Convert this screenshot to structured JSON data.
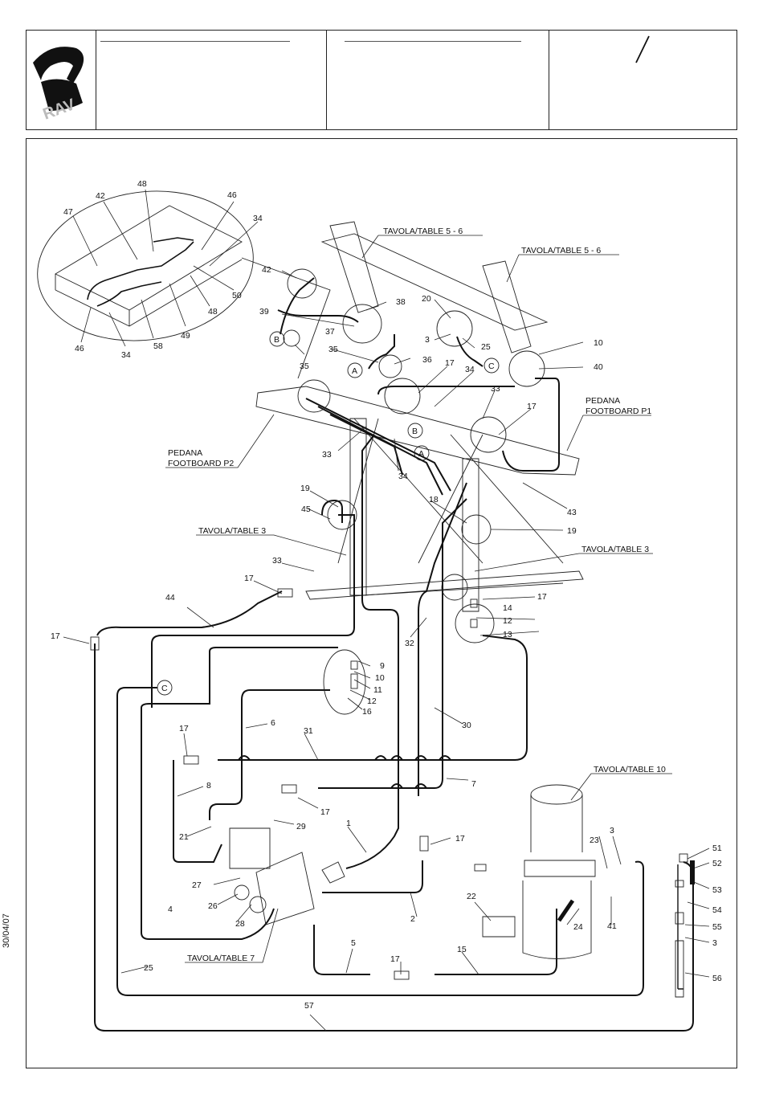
{
  "header": {
    "logo_text": "RAV",
    "slash": "/"
  },
  "date_stamp": "30/04/07",
  "tables": {
    "t56_left": "TAVOLA/TABLE 5 - 6",
    "t56_right": "TAVOLA/TABLE 5 - 6",
    "footboard_p1_line1": "PEDANA",
    "footboard_p1_line2": "FOOTBOARD P1",
    "footboard_p2_line1": "PEDANA",
    "footboard_p2_line2": "FOOTBOARD P2",
    "t3_left": "TAVOLA/TABLE 3",
    "t3_right": "TAVOLA/TABLE 3",
    "t10": "TAVOLA/TABLE 10",
    "t7": "TAVOLA/TABLE 7"
  },
  "connectors": {
    "a": "A",
    "b": "B",
    "c": "C"
  },
  "callouts": {
    "n1": "1",
    "n2": "2",
    "n3a": "3",
    "n3b": "3",
    "n3c": "3",
    "n4": "4",
    "n5": "5",
    "n6": "6",
    "n7": "7",
    "n8": "8",
    "n9": "9",
    "n10a": "10",
    "n10b": "10",
    "n11": "11",
    "n12a": "12",
    "n12b": "12",
    "n13": "13",
    "n14": "14",
    "n15": "15",
    "n16": "16",
    "n17a": "17",
    "n17b": "17",
    "n17c": "17",
    "n17d": "17",
    "n17e": "17",
    "n17f": "17",
    "n17g": "17",
    "n17h": "17",
    "n17i": "17",
    "n18": "18",
    "n19a": "19",
    "n19b": "19",
    "n20": "20",
    "n21": "21",
    "n22": "22",
    "n23": "23",
    "n24": "24",
    "n25a": "25",
    "n25b": "25",
    "n26": "26",
    "n27": "27",
    "n28": "28",
    "n29": "29",
    "n30": "30",
    "n31": "31",
    "n32": "32",
    "n33a": "33",
    "n33b": "33",
    "n33c": "33",
    "n34a": "34",
    "n34b": "34",
    "n34c": "34",
    "n34d": "34",
    "n35a": "35",
    "n35b": "35",
    "n36": "36",
    "n37": "37",
    "n38": "38",
    "n39": "39",
    "n40": "40",
    "n41": "41",
    "n42a": "42",
    "n42b": "42",
    "n43": "43",
    "n44": "44",
    "n45": "45",
    "n46a": "46",
    "n46b": "46",
    "n47": "47",
    "n48a": "48",
    "n48b": "48",
    "n49": "49",
    "n50": "50",
    "n51": "51",
    "n52": "52",
    "n53": "53",
    "n54": "54",
    "n55": "55",
    "n56": "56",
    "n57": "57",
    "n58": "58"
  }
}
